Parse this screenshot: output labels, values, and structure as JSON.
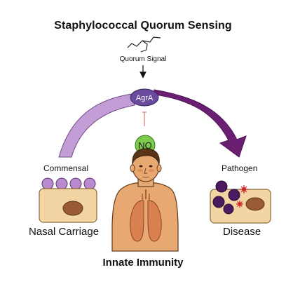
{
  "title": "Staphylococcal Quorum Sensing",
  "signal_label": "Quorum Signal",
  "agr_label": "AgrA",
  "no_label": "NO",
  "left": {
    "top_label": "Commensal",
    "bottom_label": "Nasal Carriage"
  },
  "right": {
    "top_label": "Pathogen",
    "bottom_label": "Disease"
  },
  "bottom_title": "Innate Immunity",
  "colors": {
    "agr_fill": "#6a4a9c",
    "left_arrow": "#c39ed6",
    "right_arrow": "#6a1f73",
    "no_fill": "#7ccb4c",
    "cell_fill": "#f3d4a3",
    "nucleus_fill": "#9a5a34",
    "commensal_bacteria": "#b98ad0",
    "pathogen_bacteria": "#4a1b5e",
    "toxin_red": "#d22a2a",
    "skin": "#e8a872",
    "lung": "#d9814e"
  }
}
